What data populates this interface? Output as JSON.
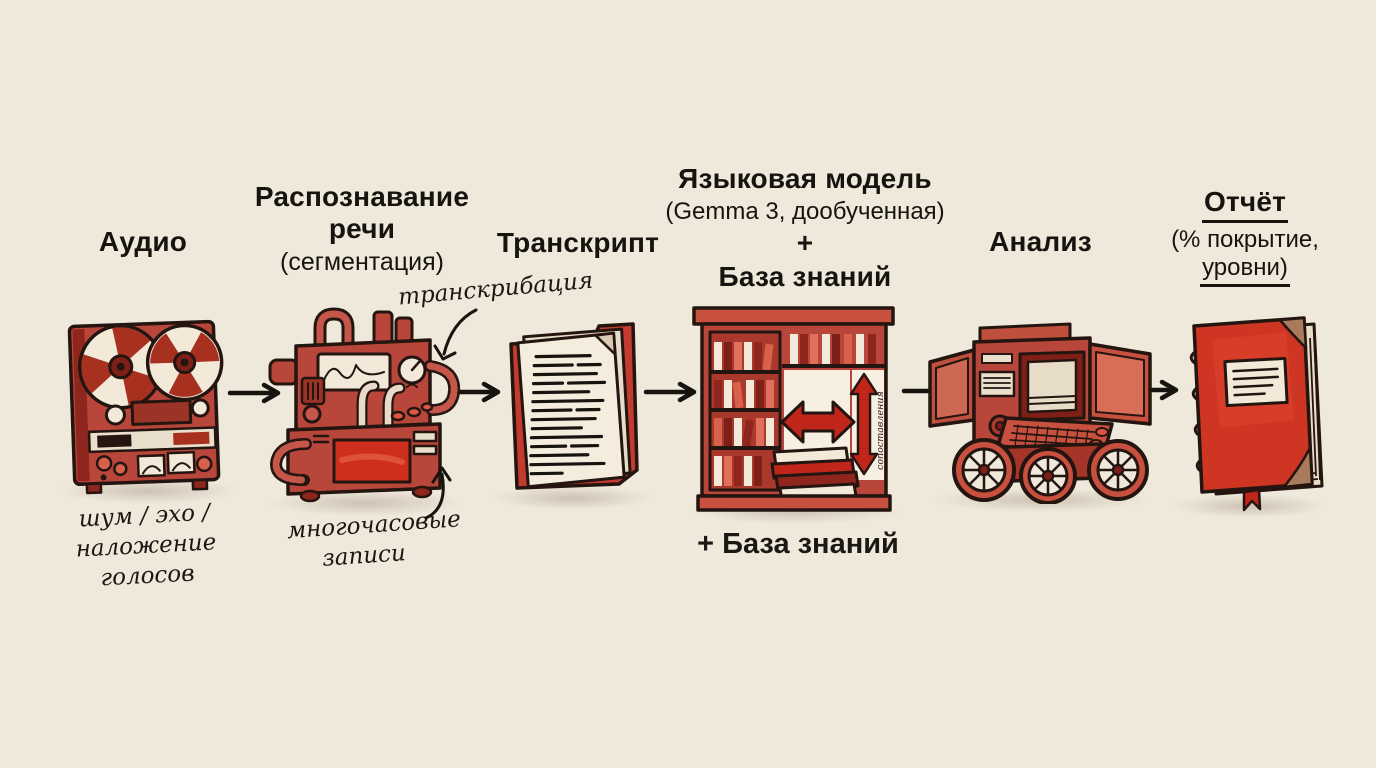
{
  "colors": {
    "background": "#EFE9DC",
    "ink": "#17130f",
    "red": "#B8463A",
    "red_bright": "#C1261B",
    "red_dark": "#8E261D",
    "paper": "#F2E9D8"
  },
  "stages": [
    {
      "label": "Аудио",
      "icon": "reel-to-reel-tape-recorder-icon",
      "annotation_below": "шум / эхо /\nналожение голосов"
    },
    {
      "label": "Распознавание речи",
      "sublabel": "(сегментация)",
      "icon": "speech-recognition-machine-icon",
      "annotation_above": "транскрибация",
      "annotation_below": "многочасовые\nзаписи"
    },
    {
      "label": "Транскрипт",
      "icon": "transcript-folder-icon"
    },
    {
      "label": "Языковая модель",
      "sublabel": "(Gemma 3, дообученная)",
      "plus": "+",
      "label2": "База знаний",
      "icon": "knowledge-base-bookshelf-icon",
      "shelf_spine_text": "сопоставления",
      "annotation_below": "+ База знаний"
    },
    {
      "label": "Анализ",
      "icon": "analysis-computer-cart-icon"
    },
    {
      "label": "Отчёт",
      "sublabel_line1": "(% покрытие,",
      "sublabel_line2": "уровни)",
      "icon": "report-book-icon"
    }
  ]
}
